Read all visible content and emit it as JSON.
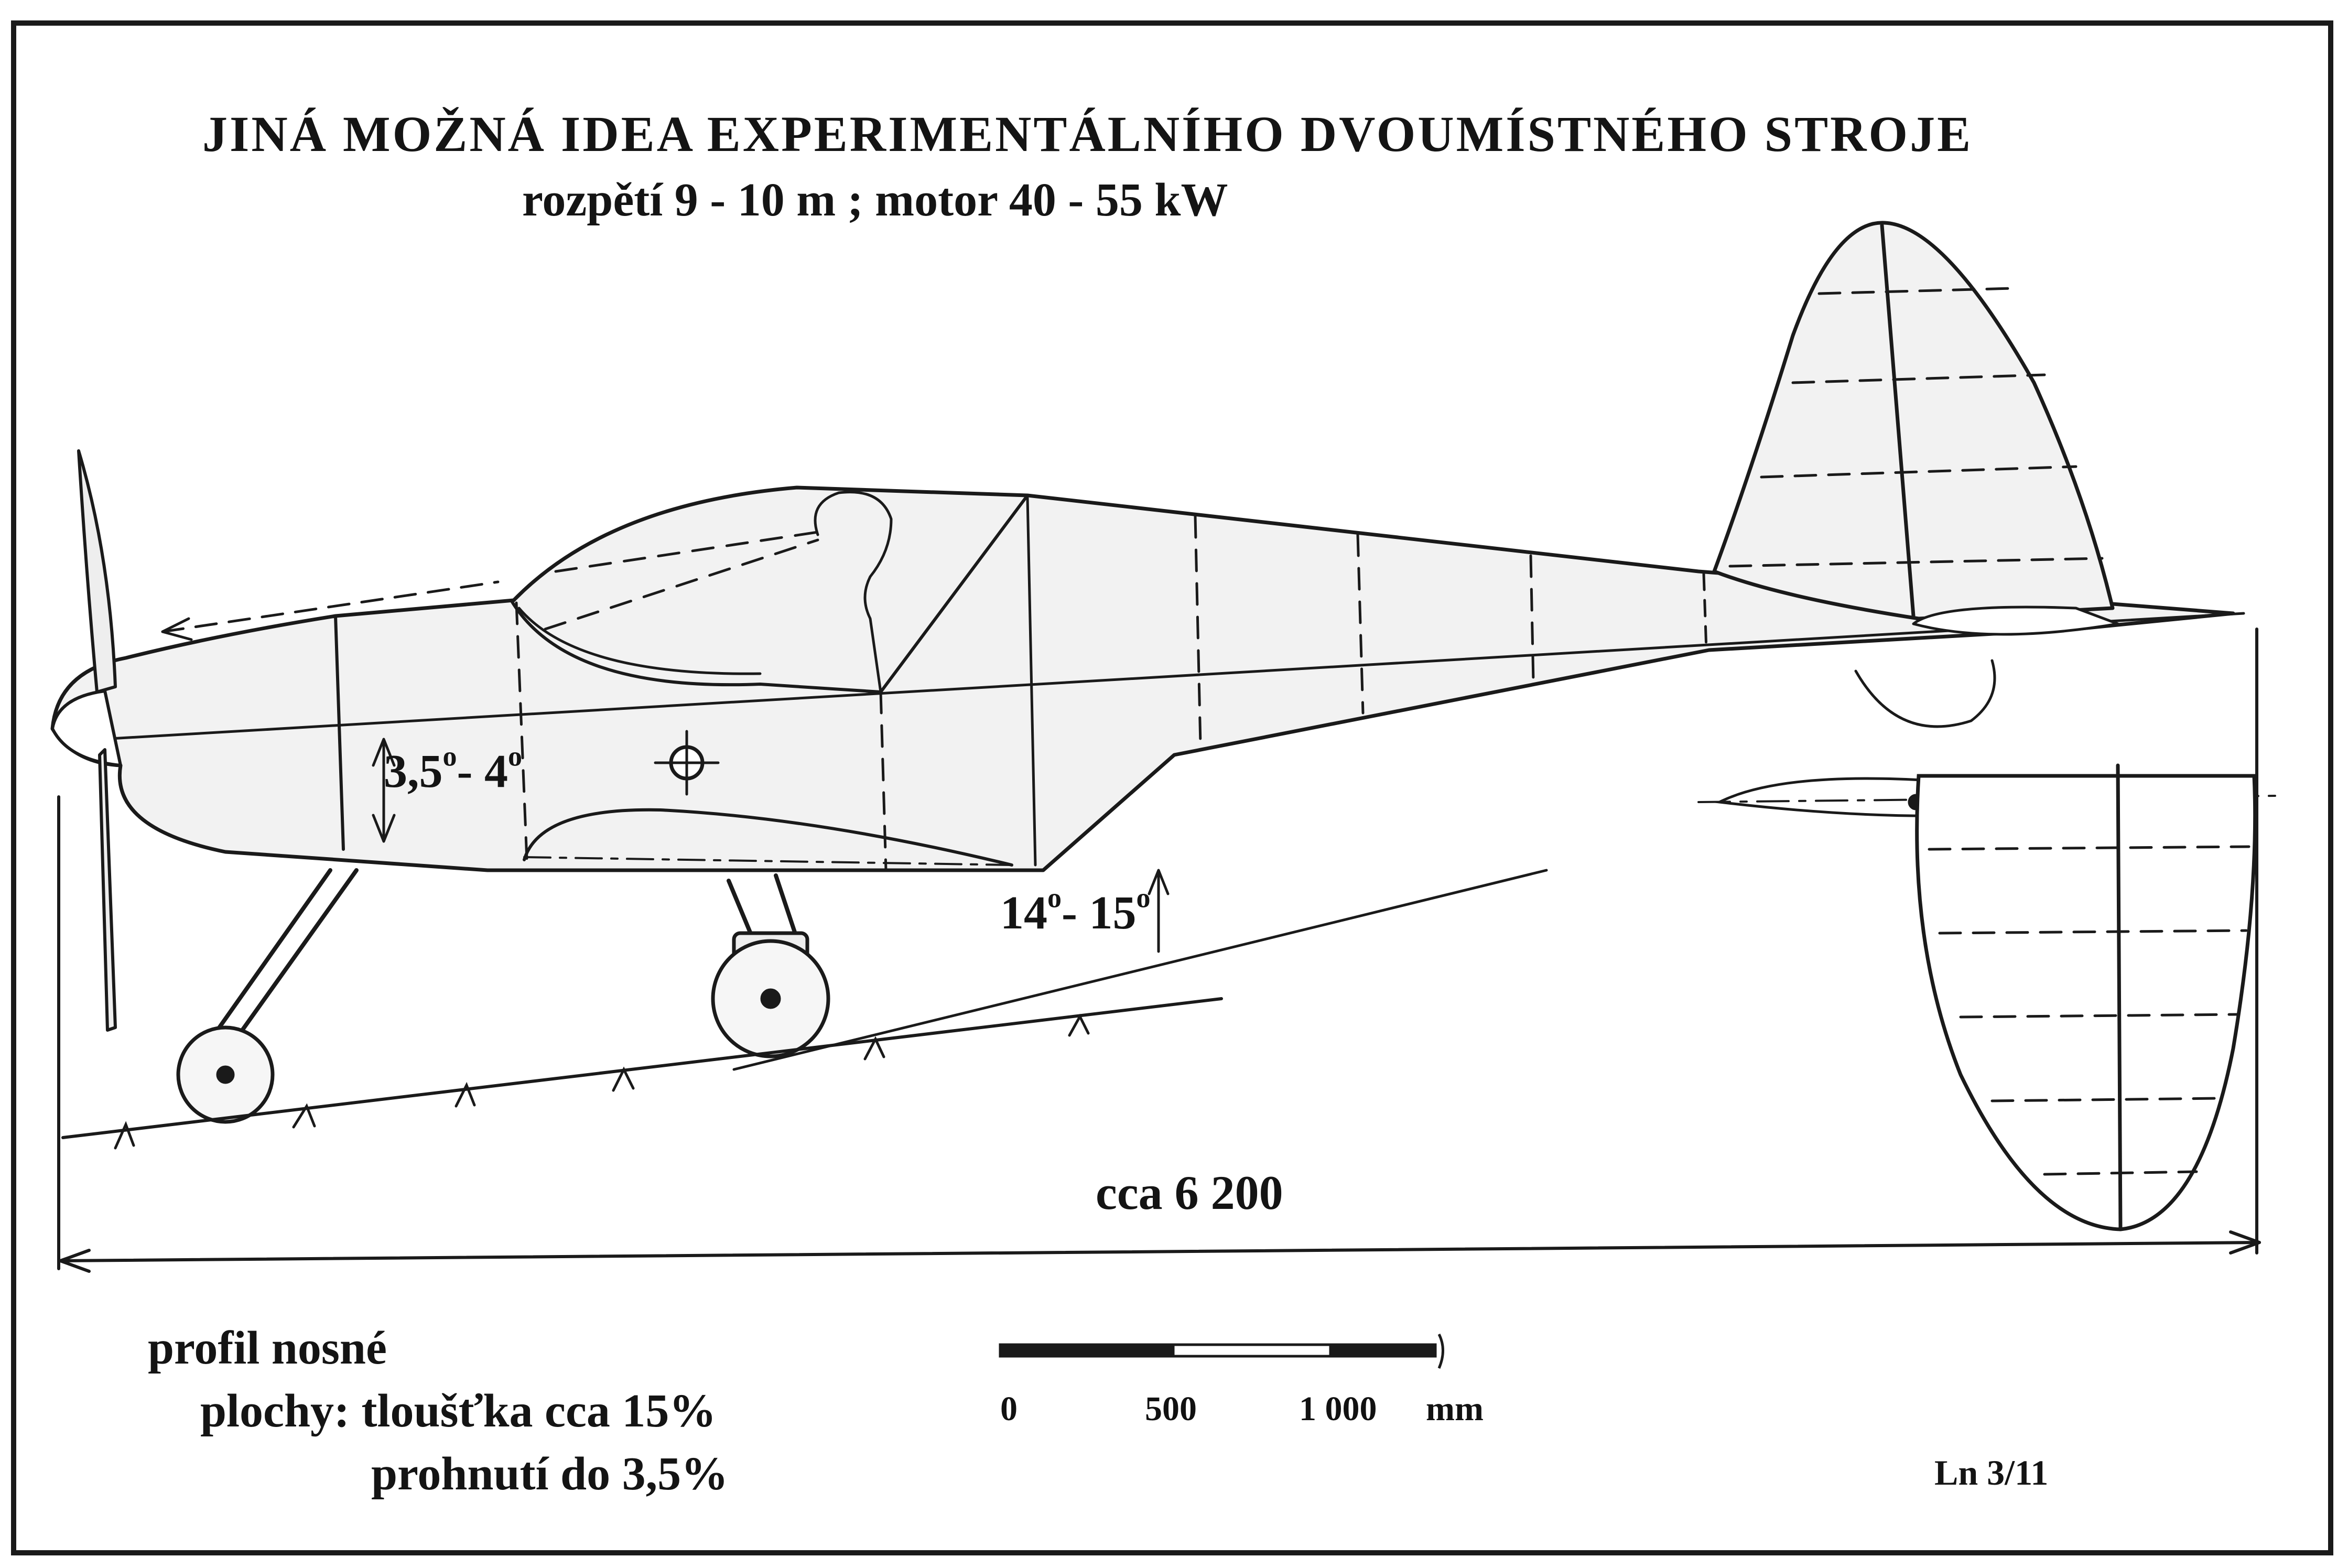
{
  "title": "JINÁ MOŽNÁ IDEA EXPERIMENTÁLNÍHO DVOUMÍSTNÉHO STROJE",
  "subtitle": "rozpětí 9 - 10 m ; motor 40 - 55 kW",
  "annotations": {
    "incidence": {
      "from": "3,5",
      "to": "4",
      "degree_mark": "o",
      "separator": "- "
    },
    "ground_angle": {
      "from": "14",
      "to": "15",
      "degree_mark": "o",
      "separator": "- "
    },
    "length": "cca 6 200"
  },
  "airfoil": {
    "line1": "profil nosné",
    "line2": "plochy: tloušťka cca 15%",
    "line3": "prohnutí do  3,5%"
  },
  "scale_bar": {
    "ticks": [
      "0",
      "500",
      "1 000"
    ],
    "unit": "mm"
  },
  "sheet_ref": "Ln  3/11",
  "colors": {
    "ink": "#1a1a1a",
    "paper": "#ffffff",
    "shade": "#f2f2f2"
  }
}
